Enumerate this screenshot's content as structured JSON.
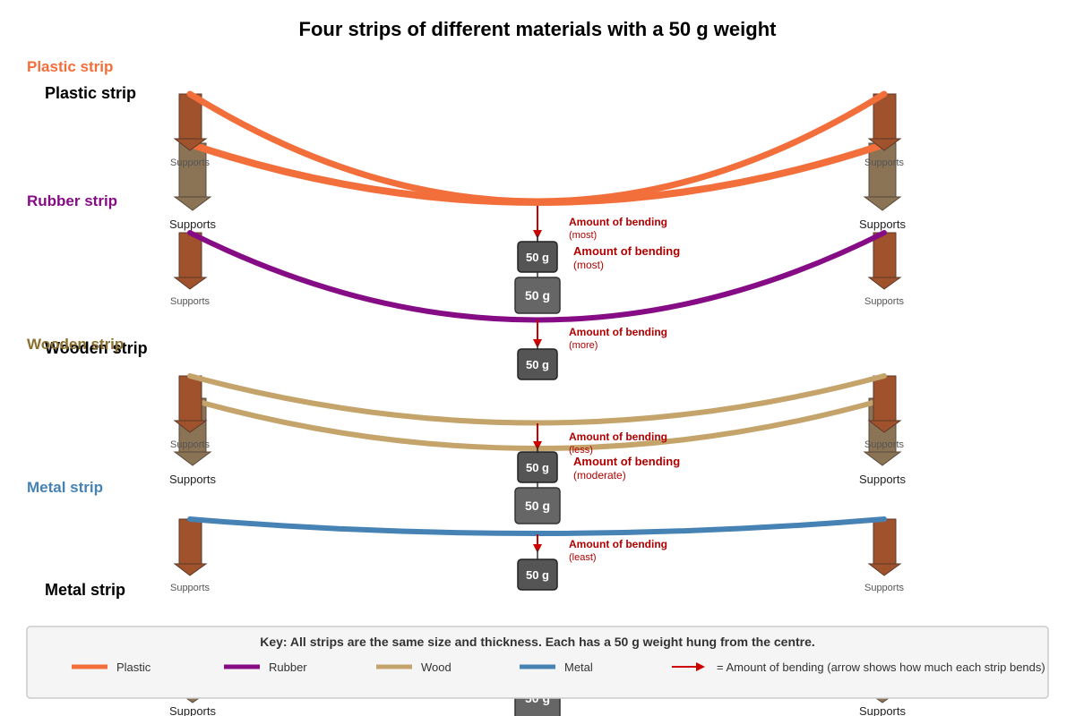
{
  "title": "Four strips of different materials with a 50 g weight",
  "colors": {
    "plastic": "#f26f3b",
    "rubber": "#850c85",
    "wood": "#c4a46b",
    "metal": "#4682b4",
    "support": "#a0522d",
    "support_ghost": "#8b7355",
    "arrow": "#cc0000",
    "weight": "#555555"
  },
  "strip_titles": {
    "plastic": "Plastic strip",
    "rubber": "Rubber strip",
    "wooden": "Wooden strip",
    "metal": "Metal strip"
  },
  "supports_label": "Supports",
  "weight_label": "50 g",
  "bending_label": "Amount of bending",
  "bending_levels": {
    "plastic": "(most)",
    "rubber": "(more)",
    "wood": "(less)",
    "metal": "(least)",
    "rubber_second": "(moderate)"
  },
  "key": {
    "title": "Key: All strips are the same size and thickness. Each has a 50 g weight hung from the centre.",
    "items": [
      {
        "label": "Plastic",
        "color": "#f26f3b"
      },
      {
        "label": "Rubber",
        "color": "#850c85"
      },
      {
        "label": "Wood",
        "color": "#c4a46b"
      },
      {
        "label": "Metal",
        "color": "#4682b4"
      }
    ],
    "arrow_label": "= Amount of bending (arrow shows how much each strip bends)"
  }
}
